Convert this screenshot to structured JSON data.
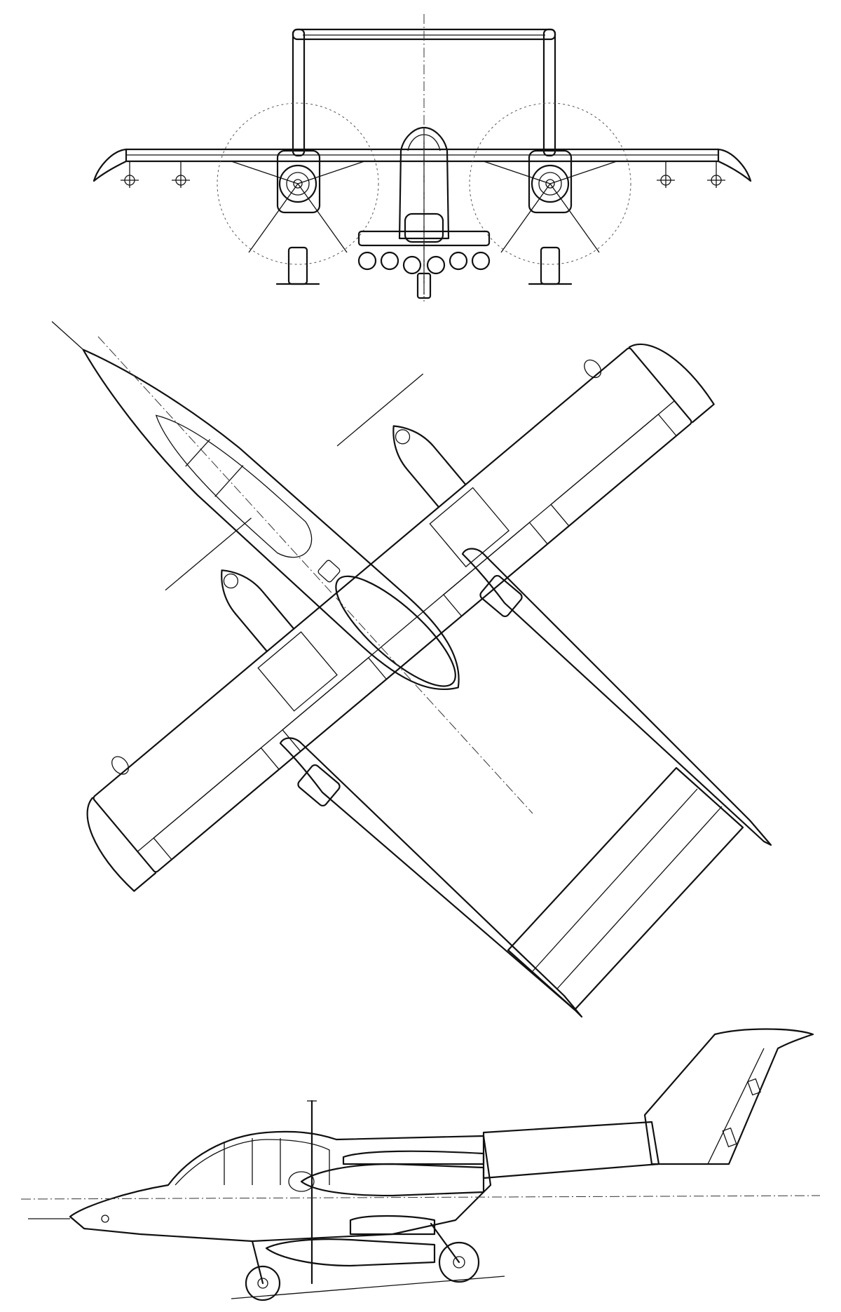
{
  "drawing": {
    "views": [
      {
        "id": "front",
        "label": ""
      },
      {
        "id": "top",
        "label": ""
      },
      {
        "id": "side",
        "label": ""
      }
    ],
    "colors": {
      "ink": "#111111",
      "paper": "#ffffff"
    }
  }
}
